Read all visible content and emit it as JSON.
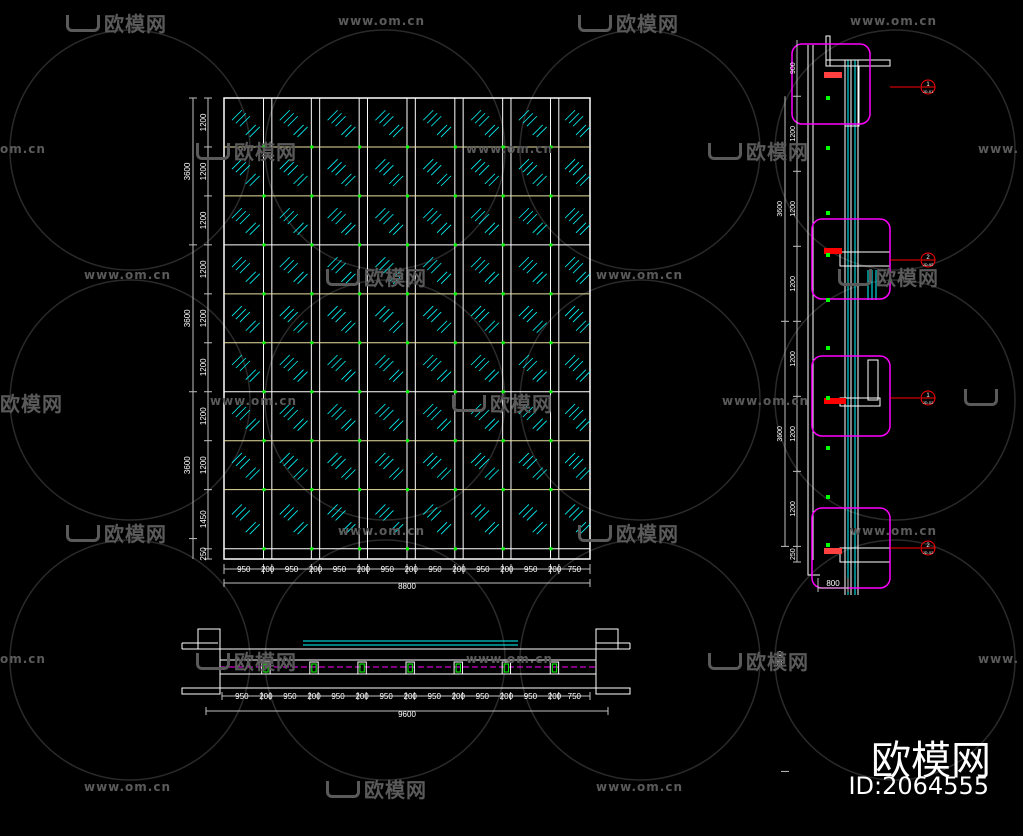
{
  "watermark": {
    "logo_text": "欧模网",
    "url_text": "www.om.cn"
  },
  "brand": {
    "name": "欧模网",
    "id_label": "ID:2064555"
  },
  "elevation": {
    "bottom_dims": [
      "950",
      "200",
      "950",
      "200",
      "950",
      "200",
      "950",
      "200",
      "950",
      "200",
      "950",
      "200",
      "950",
      "200",
      "750"
    ],
    "total_width": "8800",
    "left_dims_fine": [
      "1200",
      "1200",
      "1200",
      "1200",
      "1200",
      "1200",
      "1200",
      "1200",
      "1450",
      "250"
    ],
    "left_dims_coarse": [
      "3600",
      "3600",
      "3600"
    ]
  },
  "plan": {
    "dims": [
      "950",
      "200",
      "950",
      "200",
      "950",
      "200",
      "950",
      "200",
      "950",
      "200",
      "950",
      "200",
      "950",
      "200",
      "750"
    ],
    "total_width": "9600"
  },
  "section": {
    "left_dims_fine": [
      "900",
      "1200",
      "1200",
      "1200",
      "1200",
      "1200",
      "1200",
      "250"
    ],
    "left_dims_coarse": [
      "3600",
      "3600",
      "3600"
    ],
    "bottom_dim": "800",
    "callouts": [
      {
        "num": "1",
        "ref": "JD-01"
      },
      {
        "num": "2",
        "ref": "JD-02"
      },
      {
        "num": "1",
        "ref": "JD-02"
      },
      {
        "num": "2",
        "ref": "JD-02"
      }
    ]
  },
  "colors": {
    "frame": "#ffffff",
    "glass_hatch": "#00ffff",
    "node_green": "#00ff00",
    "detail_magenta": "#ff00ff",
    "dim_line": "#c0c0c0",
    "transom": "#ffff80",
    "callout_red": "#ff0000"
  }
}
